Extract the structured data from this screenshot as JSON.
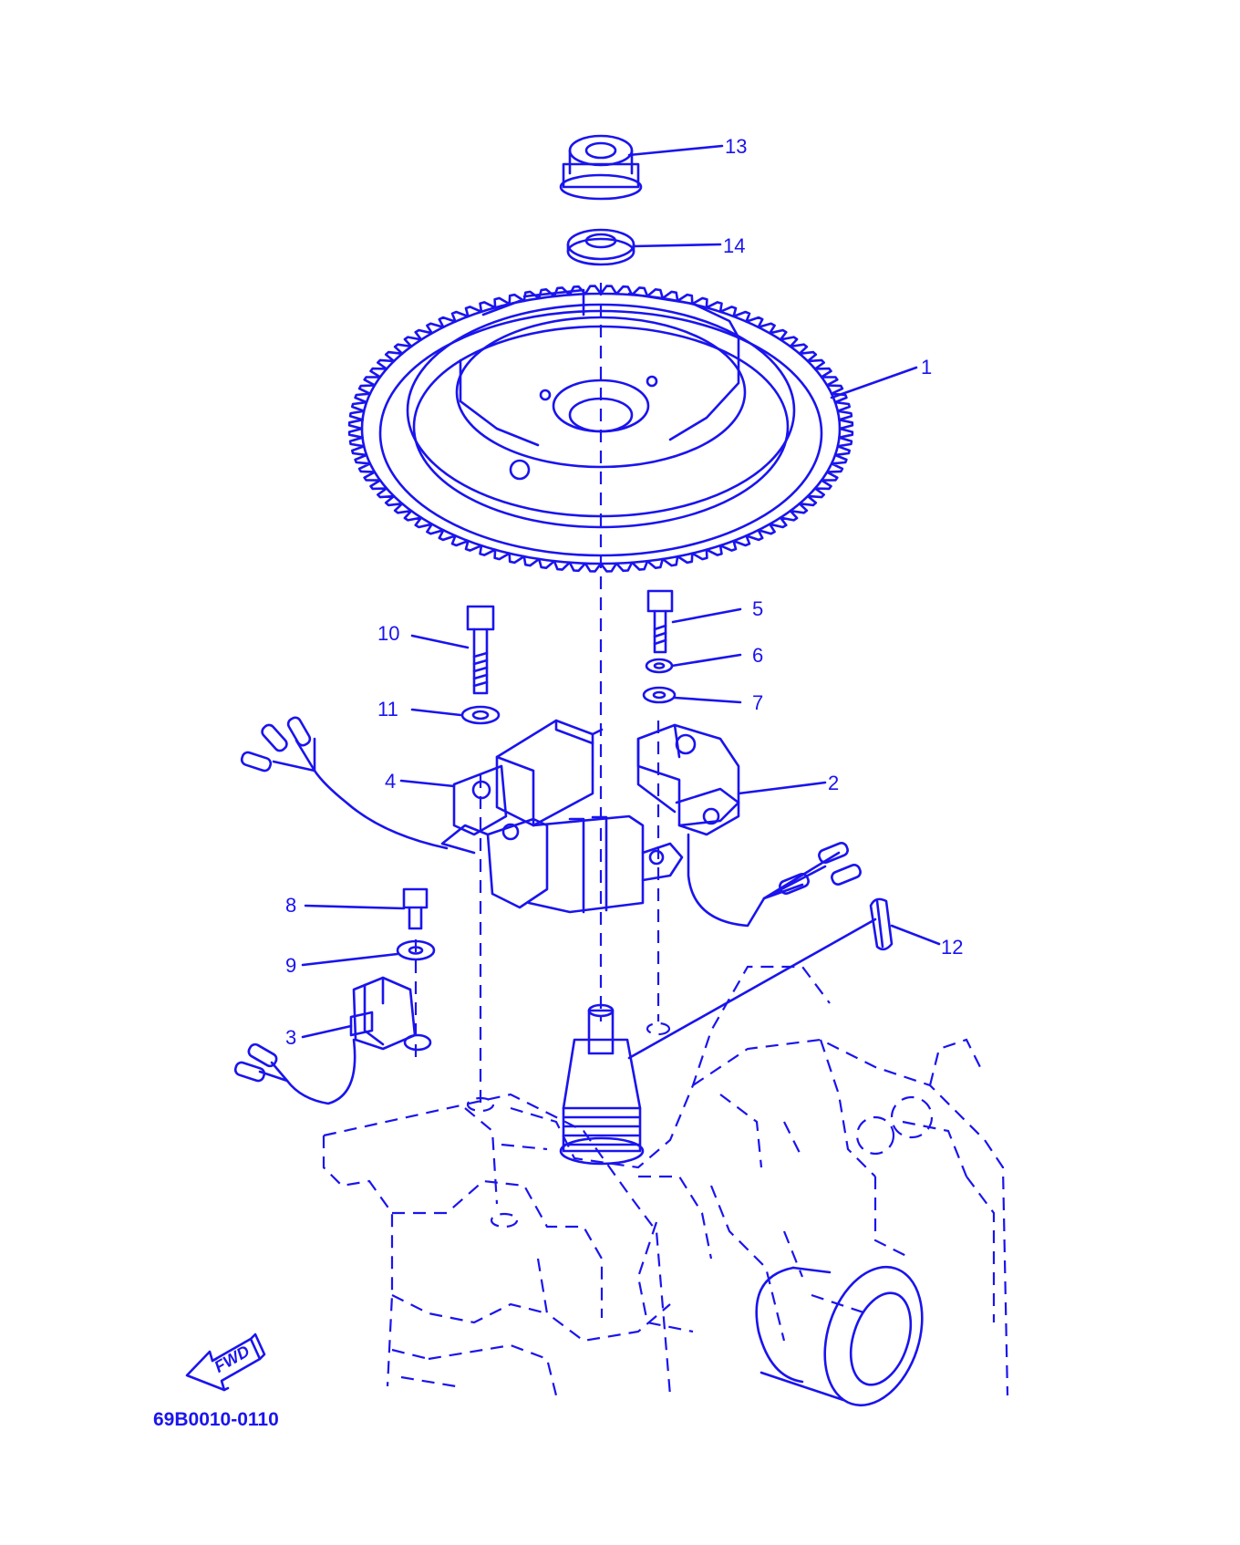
{
  "colors": {
    "ink": "#1a14ee",
    "background": "#ffffff"
  },
  "diagram": {
    "callouts": [
      {
        "id": "1",
        "label": "1"
      },
      {
        "id": "2",
        "label": "2"
      },
      {
        "id": "3",
        "label": "3"
      },
      {
        "id": "4",
        "label": "4"
      },
      {
        "id": "5",
        "label": "5"
      },
      {
        "id": "6",
        "label": "6"
      },
      {
        "id": "7",
        "label": "7"
      },
      {
        "id": "8",
        "label": "8"
      },
      {
        "id": "9",
        "label": "9"
      },
      {
        "id": "10",
        "label": "10"
      },
      {
        "id": "11",
        "label": "11"
      },
      {
        "id": "12",
        "label": "12"
      },
      {
        "id": "13",
        "label": "13"
      },
      {
        "id": "14",
        "label": "14"
      }
    ],
    "fwd_label": "FWD",
    "drawing_code": "69B0010-0110"
  }
}
